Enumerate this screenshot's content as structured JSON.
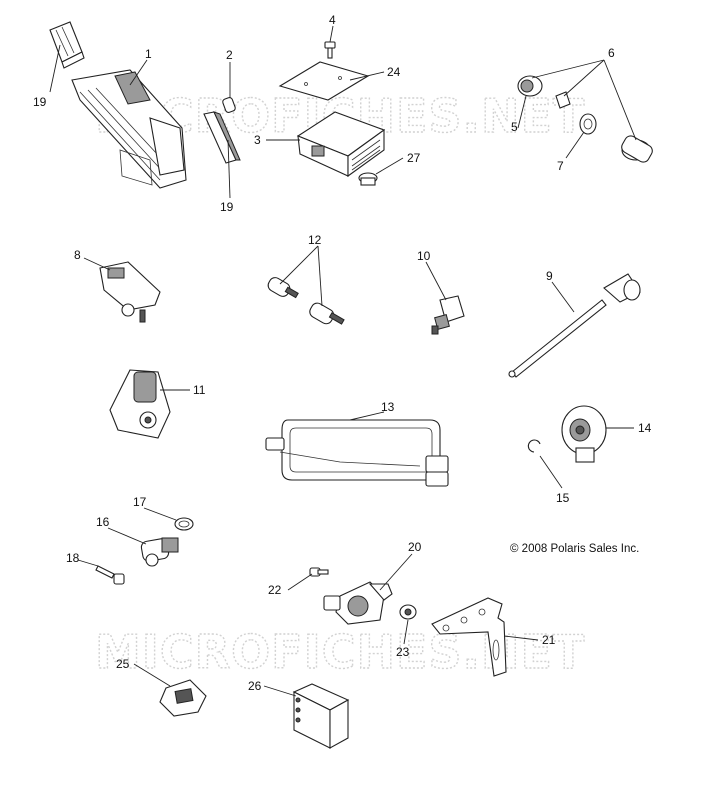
{
  "watermark": {
    "text": "MICROFICHES.NET"
  },
  "copyright": "© 2008 Polaris Sales Inc.",
  "callouts": [
    {
      "id": "c1",
      "text": "1"
    },
    {
      "id": "c2",
      "text": "2"
    },
    {
      "id": "c3",
      "text": "3"
    },
    {
      "id": "c4",
      "text": "4"
    },
    {
      "id": "c5",
      "text": "5"
    },
    {
      "id": "c6",
      "text": "6"
    },
    {
      "id": "c7",
      "text": "7"
    },
    {
      "id": "c8",
      "text": "8"
    },
    {
      "id": "c9",
      "text": "9"
    },
    {
      "id": "c10",
      "text": "10"
    },
    {
      "id": "c11",
      "text": "11"
    },
    {
      "id": "c12",
      "text": "12"
    },
    {
      "id": "c13",
      "text": "13"
    },
    {
      "id": "c14",
      "text": "14"
    },
    {
      "id": "c15",
      "text": "15"
    },
    {
      "id": "c16",
      "text": "16"
    },
    {
      "id": "c17",
      "text": "17"
    },
    {
      "id": "c18",
      "text": "18"
    },
    {
      "id": "c19a",
      "text": "19"
    },
    {
      "id": "c19b",
      "text": "19"
    },
    {
      "id": "c20",
      "text": "20"
    },
    {
      "id": "c21",
      "text": "21"
    },
    {
      "id": "c22",
      "text": "22"
    },
    {
      "id": "c23",
      "text": "23"
    },
    {
      "id": "c24",
      "text": "24"
    },
    {
      "id": "c25",
      "text": "25"
    },
    {
      "id": "c26",
      "text": "26"
    },
    {
      "id": "c27",
      "text": "27"
    }
  ]
}
